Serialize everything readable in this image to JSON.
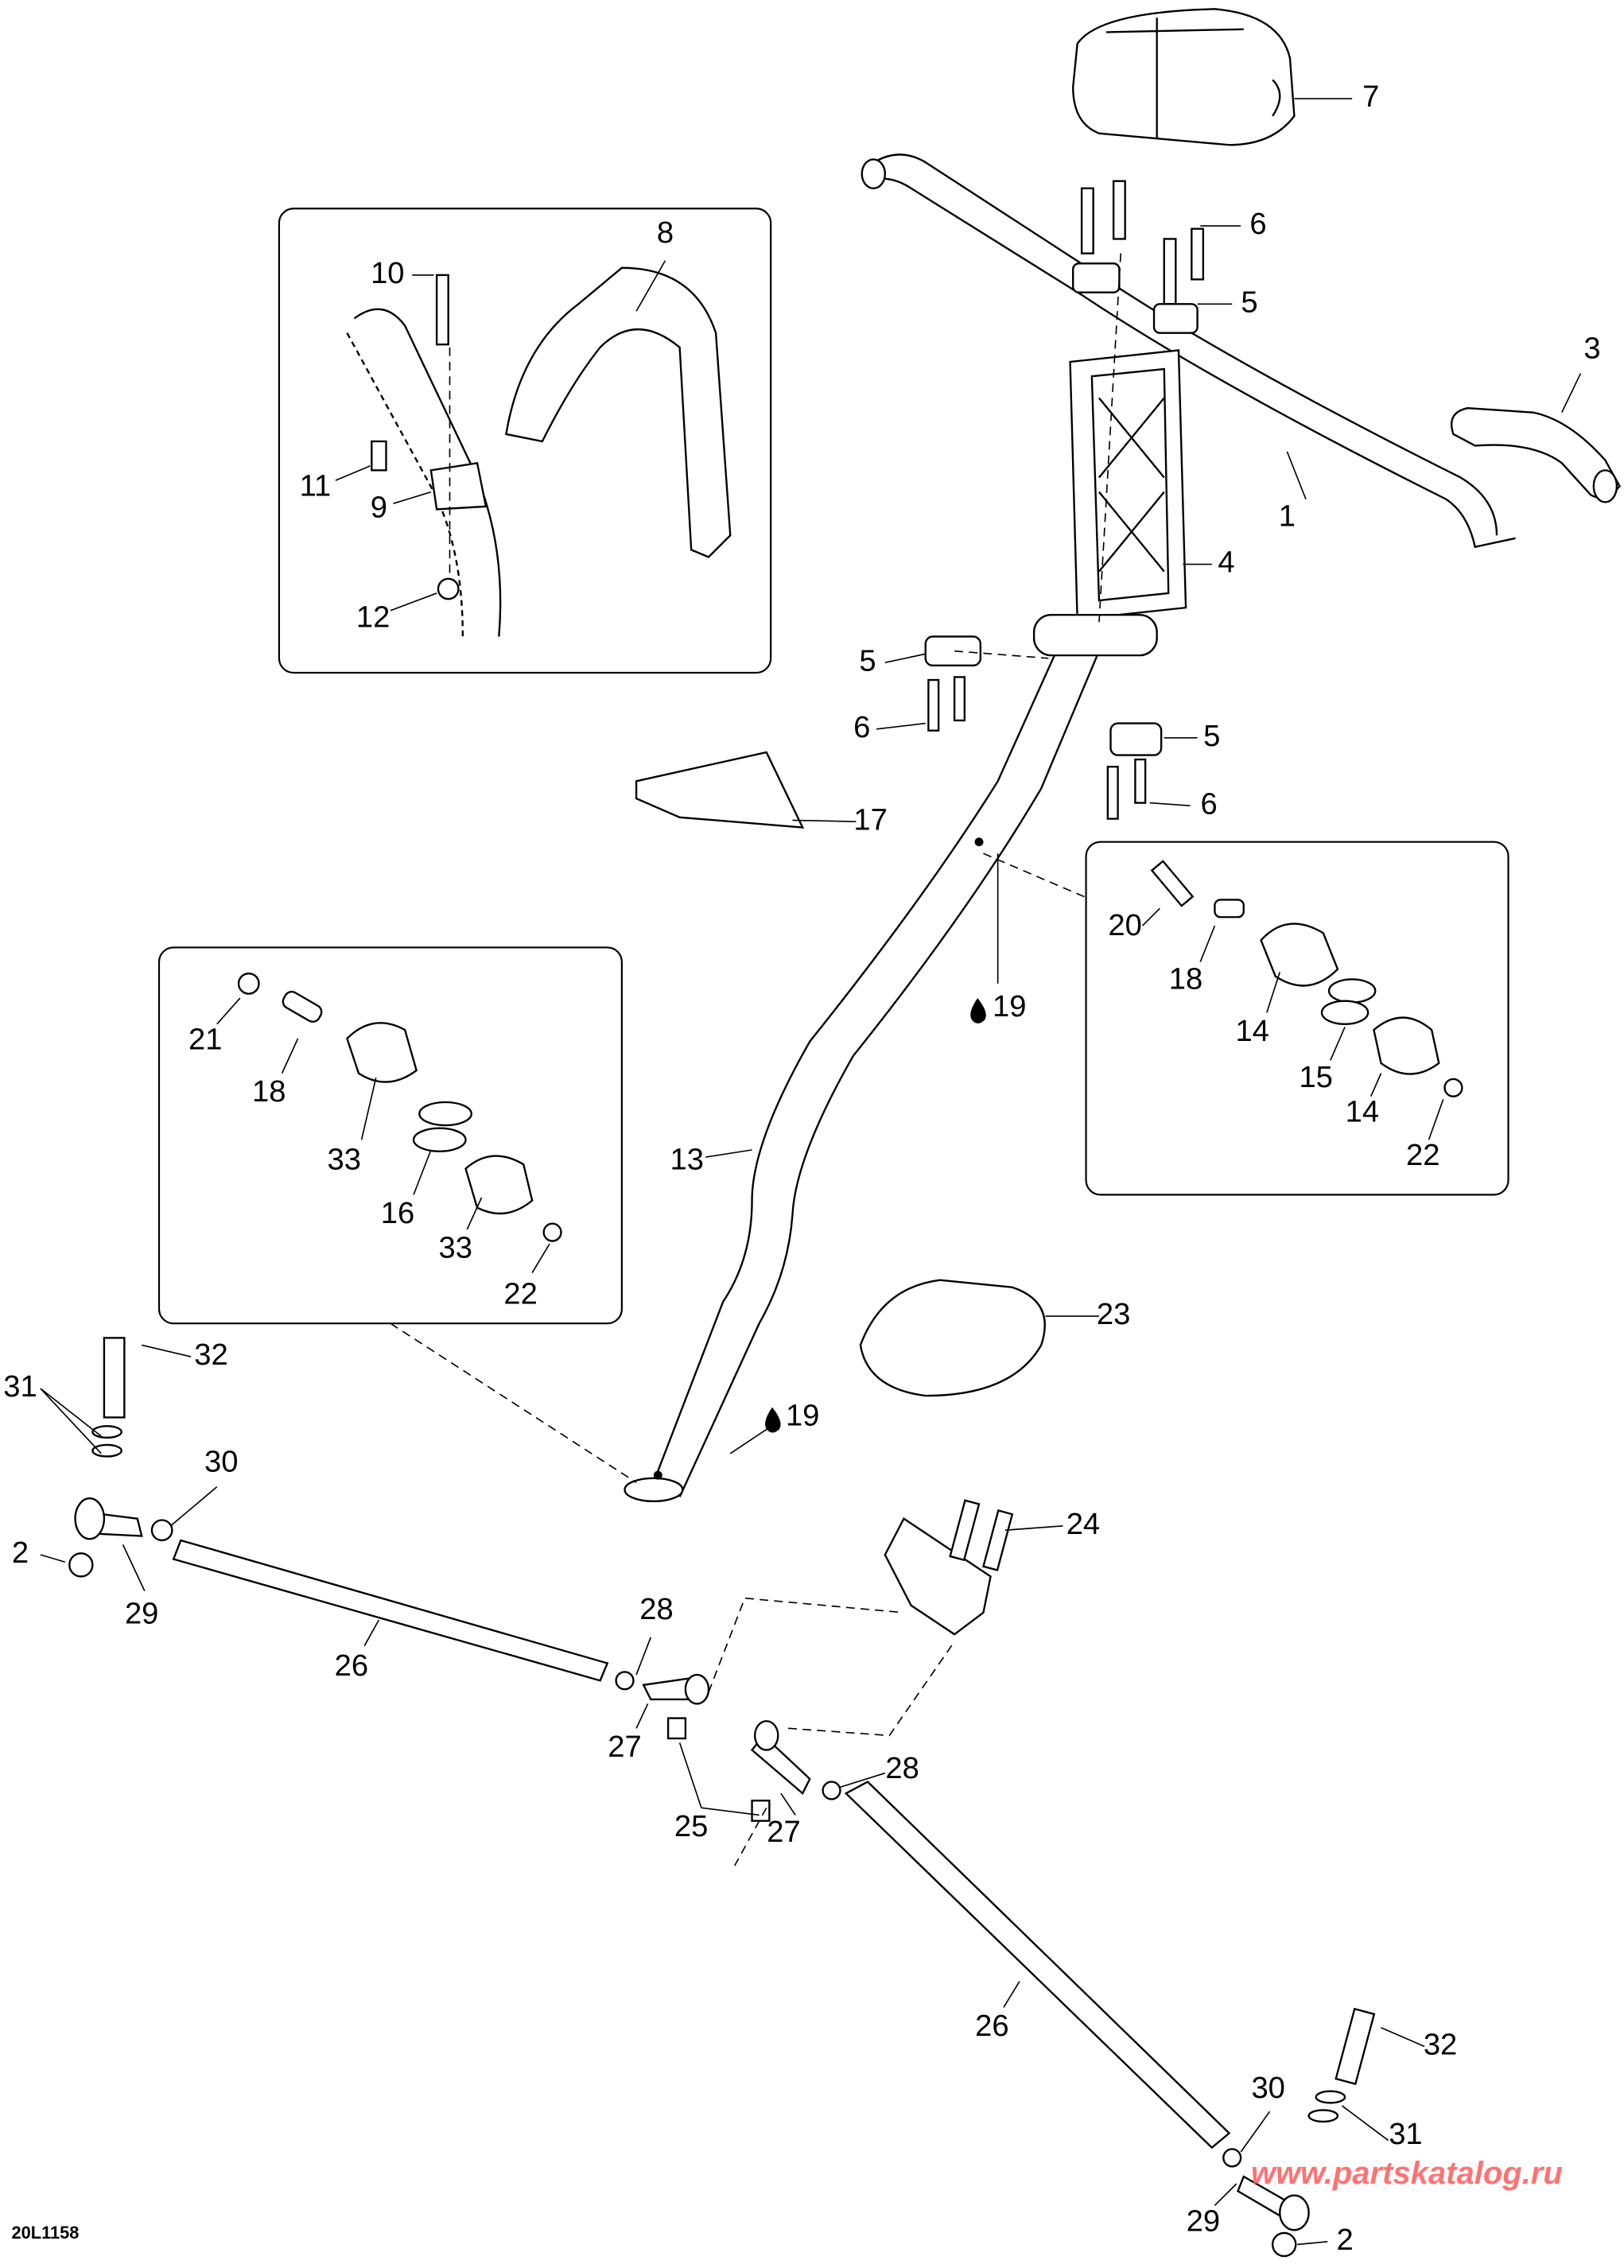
{
  "diagram": {
    "code": "20L1158",
    "watermark": "www.partskatalog.ru",
    "callouts": {
      "c7": "7",
      "c6a": "6",
      "c5a": "5",
      "c3": "3",
      "c1": "1",
      "c4": "4",
      "c8": "8",
      "c10": "10",
      "c11": "11",
      "c9": "9",
      "c12": "12",
      "c5b": "5",
      "c6b": "6",
      "c5c": "5",
      "c6c": "6",
      "c17": "17",
      "c20": "20",
      "c18a": "18",
      "c19a": "19",
      "c14a": "14",
      "c15": "15",
      "c14b": "14",
      "c22a": "22",
      "c21": "21",
      "c18b": "18",
      "c33a": "33",
      "c16": "16",
      "c33b": "33",
      "c22b": "22",
      "c13": "13",
      "c23": "23",
      "c19b": "19",
      "c32a": "32",
      "c31a": "31",
      "c30a": "30",
      "c2a": "2",
      "c29a": "29",
      "c26a": "26",
      "c28a": "28",
      "c27a": "27",
      "c24": "24",
      "c25": "25",
      "c28b": "28",
      "c27b": "27",
      "c26b": "26",
      "c32b": "32",
      "c30b": "30",
      "c31b": "31",
      "c29b": "29",
      "c2b": "2"
    },
    "drop_icon_color": "#000000",
    "watermark_color": "#ff5a5a"
  }
}
